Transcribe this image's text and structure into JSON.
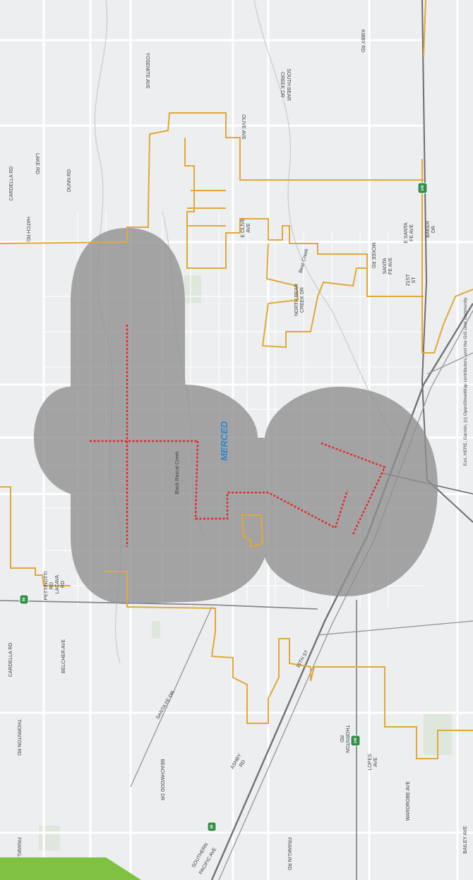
{
  "map": {
    "city_label": "MERCED",
    "creek_label_bear": "Bear Creek",
    "creek_label_black": "Black Rascal Creek",
    "attribution": "Esri, HERE, Garmin, (c) OpenStreetMap contributors, and the GIS user community",
    "roads": {
      "kibby": "KIBBY RD",
      "south_bear_1": "SOUTH BEAR",
      "south_bear_2": "CREEK DR",
      "olive": "OLIVE AVE",
      "yosemite": "YOSEMITE AVE",
      "cardella_top": "CARDELLA RD",
      "lake": "LAKE RD",
      "dunn": "DUNN RD",
      "hatch": "HATCH RD",
      "e_olive_1": "E OLIVE",
      "e_olive_2": "AVE",
      "mckee": "MCKEE RD",
      "north_bear_1": "NORTH BEAR",
      "north_bear_2": "CREEK DR",
      "santa_fe_1": "SANTA",
      "santa_fe_2": "FE AVE",
      "e_santa_1": "E SANTA",
      "e_santa_2": "FE AVE",
      "baker_1": "BAKER",
      "baker_2": "DR",
      "st21_1": "21ST",
      "st21_2": "ST",
      "pettinotti_1": "PETTINOTTI",
      "pettinotti_2": "RD",
      "lacava_1": "LACAVA",
      "lacava_2": "RD",
      "cardella_bottom": "CARDELLA RD",
      "belcher": "BELCHER AVE",
      "santa_fe_dr": "SANTA FE DR",
      "st16": "16TH ST",
      "thornton_left": "THORNTON RD",
      "thornton_right_1": "THORNTON",
      "thornton_right_2": "RD",
      "ashby_1": "ASHBY",
      "ashby_2": "RD",
      "lopes_1": "LOPES",
      "lopes_2": "AVE",
      "beachwood": "BEACHWOOD DR",
      "wardrobe": "WARDROBE AVE",
      "franklin_left": "FRANKLIN RD",
      "franklin_right": "FRANKLIN RD",
      "bailey": "BAILEY AVE",
      "southern_pacific_1": "SOUTHERN",
      "southern_pacific_2": "PACIFIC AVE"
    },
    "shields": {
      "hwy59_top": "59",
      "hwy59_bottom": "59",
      "hwy140_top": "140",
      "hwy140_bottom": "140"
    },
    "colors": {
      "background": "#eceeef",
      "city_limit": "#e0a93a",
      "buffer": "#8e8e8e",
      "route": "#e8252a",
      "city_label": "#2e86c9",
      "shield": "#2f8f46",
      "accent": "#7fc241"
    }
  }
}
